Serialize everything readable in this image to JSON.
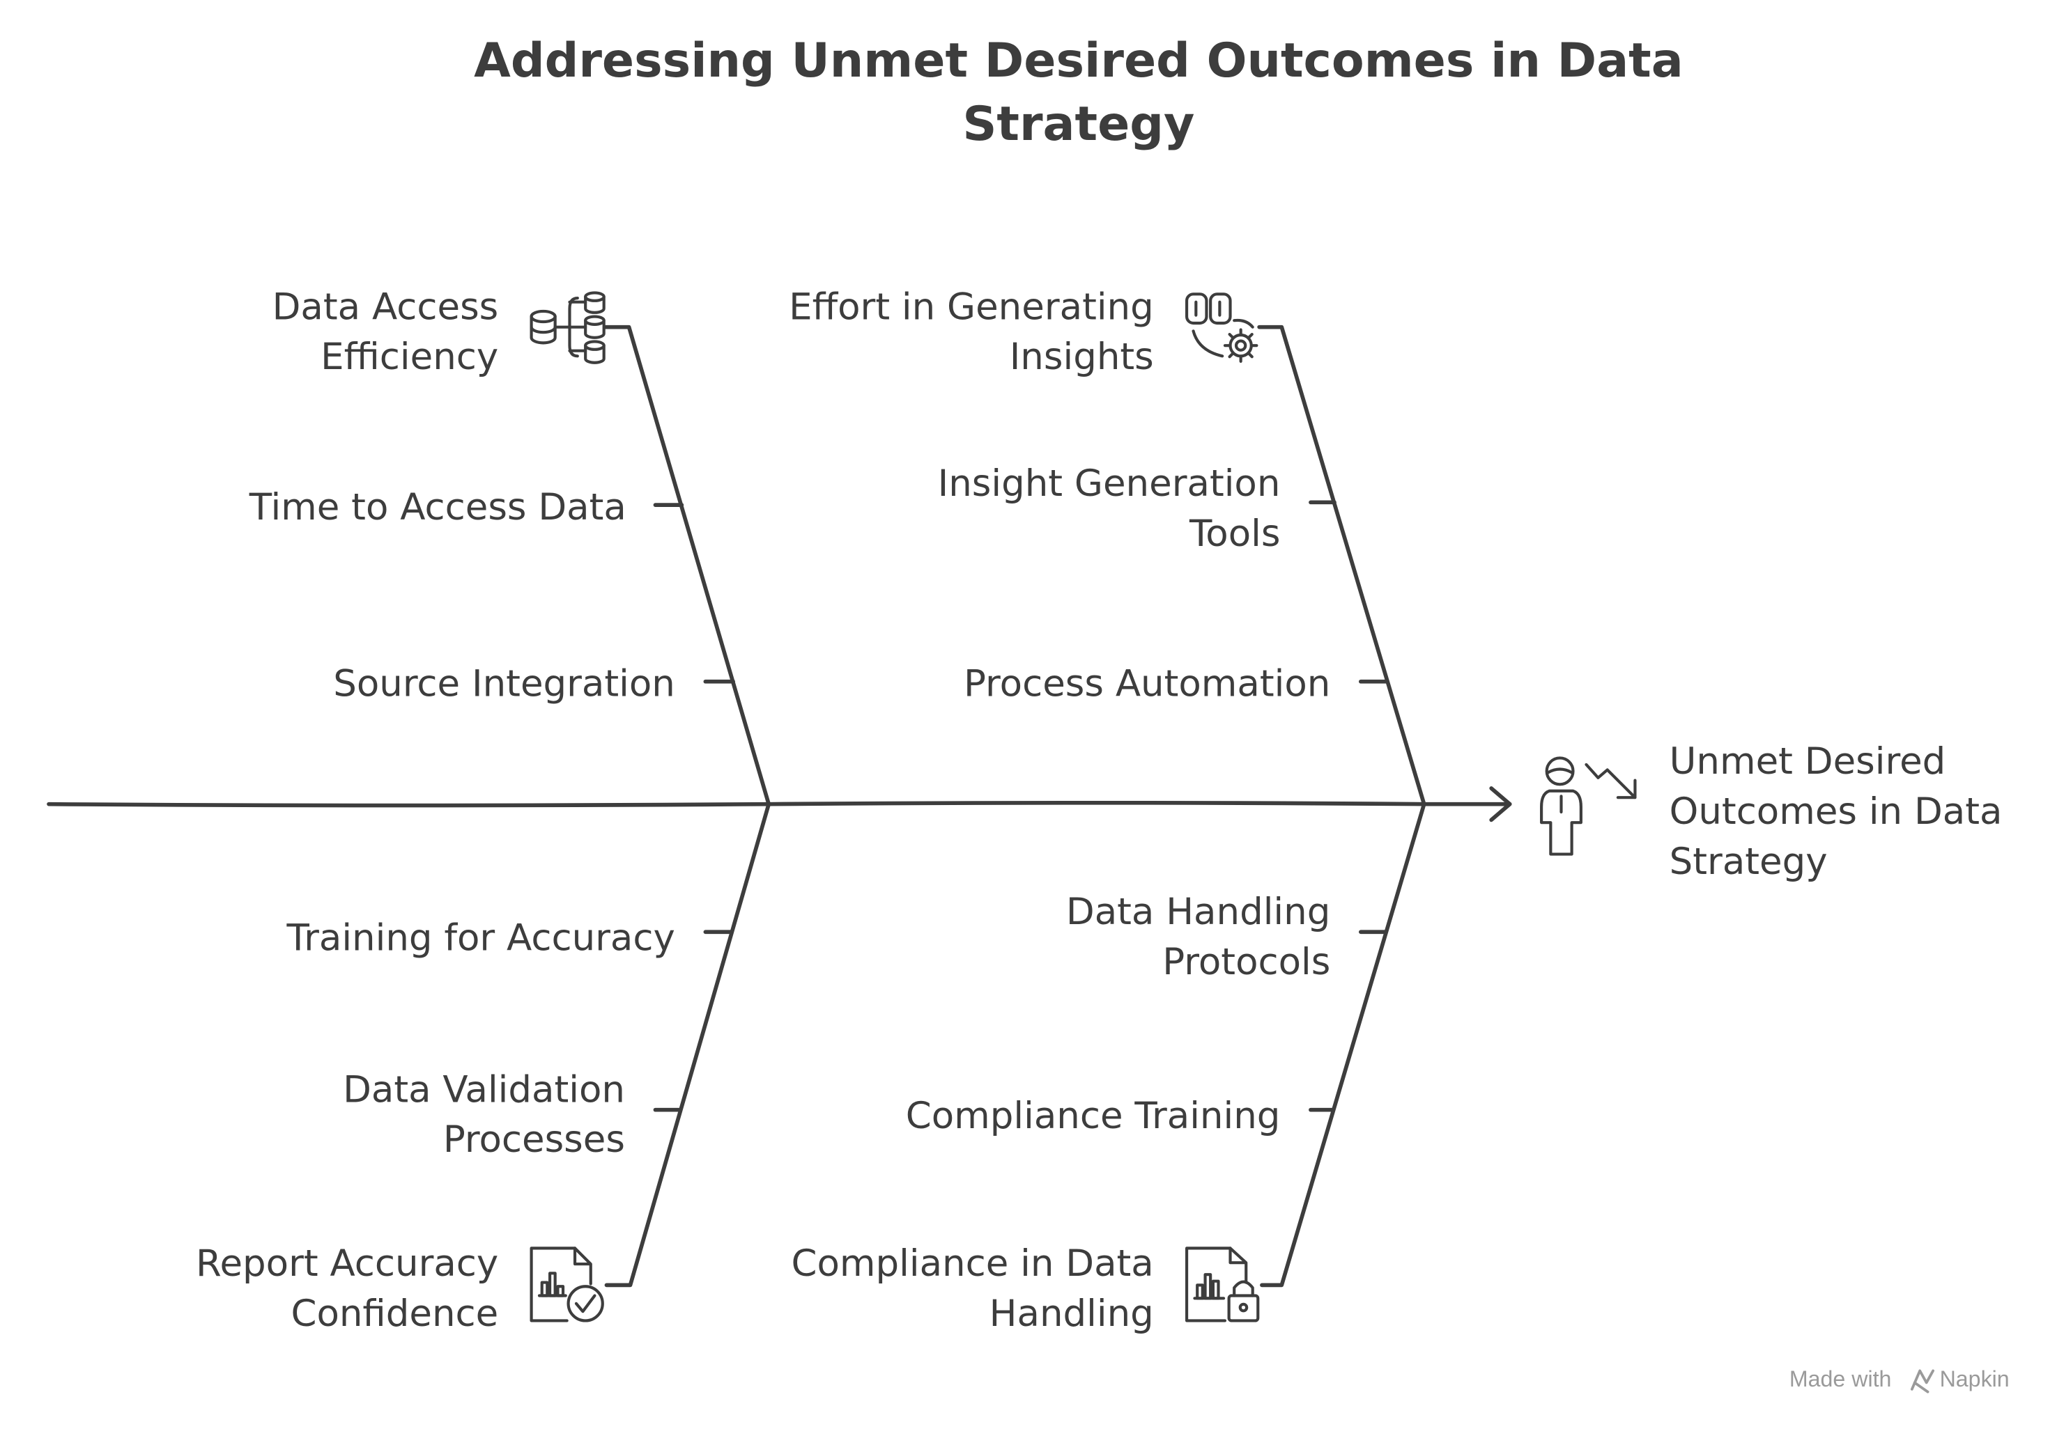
{
  "title": {
    "lines": [
      "Addressing Unmet Desired Outcomes in Data",
      "Strategy"
    ]
  },
  "effect": {
    "lines": [
      "Unmet Desired",
      "Outcomes in Data",
      "Strategy"
    ],
    "icon": "person-down-arrow-icon"
  },
  "categories": [
    {
      "lines": [
        "Data Access",
        "Efficiency"
      ],
      "icon": "database-cluster-icon",
      "causes": [
        {
          "lines": [
            "Time to Access Data"
          ]
        },
        {
          "lines": [
            "Source Integration"
          ]
        }
      ]
    },
    {
      "lines": [
        "Effort in Generating",
        "Insights"
      ],
      "icon": "workflow-gear-icon",
      "causes": [
        {
          "lines": [
            "Insight Generation",
            "Tools"
          ]
        },
        {
          "lines": [
            "Process Automation"
          ]
        }
      ]
    },
    {
      "lines": [
        "Report Accuracy",
        "Confidence"
      ],
      "icon": "document-chart-check-icon",
      "causes": [
        {
          "lines": [
            "Training for Accuracy"
          ]
        },
        {
          "lines": [
            "Data Validation",
            "Processes"
          ]
        }
      ]
    },
    {
      "lines": [
        "Compliance in Data",
        "Handling"
      ],
      "icon": "document-chart-lock-icon",
      "causes": [
        {
          "lines": [
            "Data Handling",
            "Protocols"
          ]
        },
        {
          "lines": [
            "Compliance Training"
          ]
        }
      ]
    }
  ],
  "footer": {
    "made_with": "Made with",
    "brand": "Napkin",
    "icon": "napkin-logo-icon"
  },
  "colors": {
    "ink": "#3d3d3d",
    "muted": "#9a9a9a",
    "background": "#ffffff"
  }
}
